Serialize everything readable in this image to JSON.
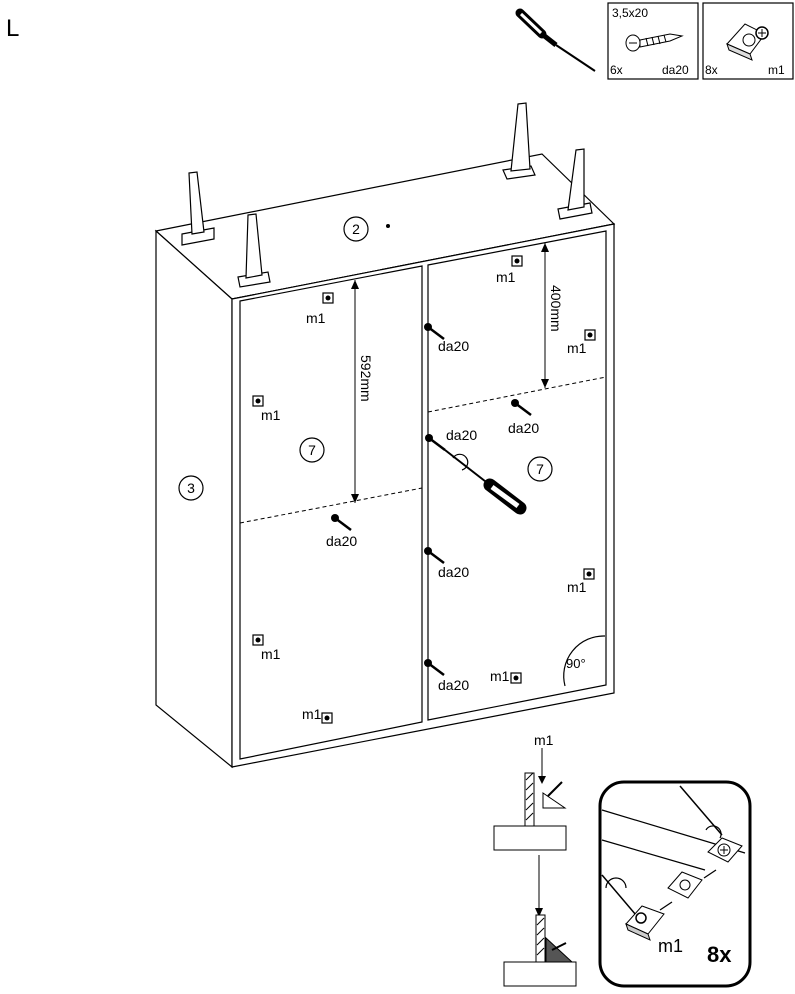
{
  "step_letter": "L",
  "parts": {
    "screw": {
      "size": "3,5x20",
      "qty": "6x",
      "code": "da20"
    },
    "bracket": {
      "qty": "8x",
      "code": "m1"
    }
  },
  "panel_labels": {
    "top": "2",
    "side": "3",
    "back_left": "7",
    "back_right": "7"
  },
  "dimensions": {
    "left_height": "592mm",
    "right_height": "400mm",
    "angle": "90°"
  },
  "callouts": {
    "m1": "m1",
    "da20": "da20"
  },
  "detail": {
    "fastener_label": "m1",
    "multiplier": "8x"
  }
}
